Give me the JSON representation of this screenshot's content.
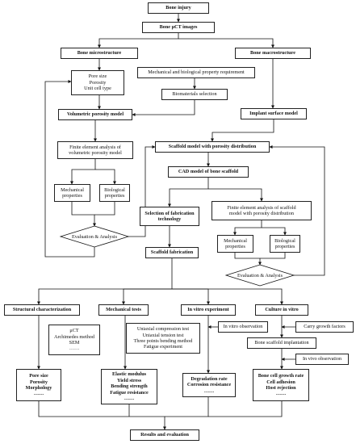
{
  "nodes": {
    "bone_injury": "Bone injury",
    "bone_uct": "Bone μCT images",
    "bone_micro": "Bone microstructure",
    "bone_macro": "Bone macrostructure",
    "micro_params": [
      "Pore size",
      "Porosity",
      "Unit cell type"
    ],
    "mech_bio_req": "Mechanical and biological property requirement",
    "biomat_sel": "Biomaterials selection",
    "vol_model": "Volumetric porosity model",
    "implant_surface": "Implant surface model",
    "fea_vol": [
      "Finite element analysis of",
      "volumetric porosity model"
    ],
    "mech_props_1": [
      "Mechanical",
      "properties"
    ],
    "bio_props_1": [
      "Biological",
      "properties"
    ],
    "eval_1": "Evaluation & Analysis",
    "scaffold_porosity": "Scaffold model with porosity distribution",
    "cad_model": "CAD model of bone scaffold",
    "fab_tech": [
      "Selection of fabrication",
      "technology"
    ],
    "fea_scaffold": [
      "Finite element analysis of scaffold",
      "model with porosity distribution"
    ],
    "mech_props_2": [
      "Mechanical",
      "properties"
    ],
    "bio_props_2": [
      "Biological",
      "properties"
    ],
    "eval_2": "Evaluation & Analysis",
    "scaffold_fab": "Scaffold fabrication",
    "struct_char": "Structural characterization",
    "mech_tests": "Mechanical tests",
    "in_vitro_exp": "In vitro experiment",
    "culture": "Culture in vitro",
    "struct_methods": [
      "μCT",
      "Archimedes method",
      "SEM",
      "……"
    ],
    "mech_methods": [
      "Uniaxial compression test",
      "Uniaxial tension test",
      "Three points bending method",
      "Fatigue experiment"
    ],
    "in_vitro_obs": "In vitro observation",
    "carry_gf": "Carry growth factors",
    "implantation": "Bone scaffold implantation",
    "in_vivo_obs": "In vivo observation",
    "struct_out": [
      "Pore size",
      "Porosity",
      "Morphology",
      "……"
    ],
    "mech_out": [
      "Elastic modulus",
      "Yield stress",
      "Bending strength",
      "Fatigue resistance",
      "……"
    ],
    "vitro_out": [
      "Degradation rate",
      "Corrosion resistance",
      "……"
    ],
    "culture_out": [
      "Bone cell growth rate",
      "Cell adhesion",
      "Host rejection",
      "……"
    ],
    "results": "Results and evaluation"
  }
}
